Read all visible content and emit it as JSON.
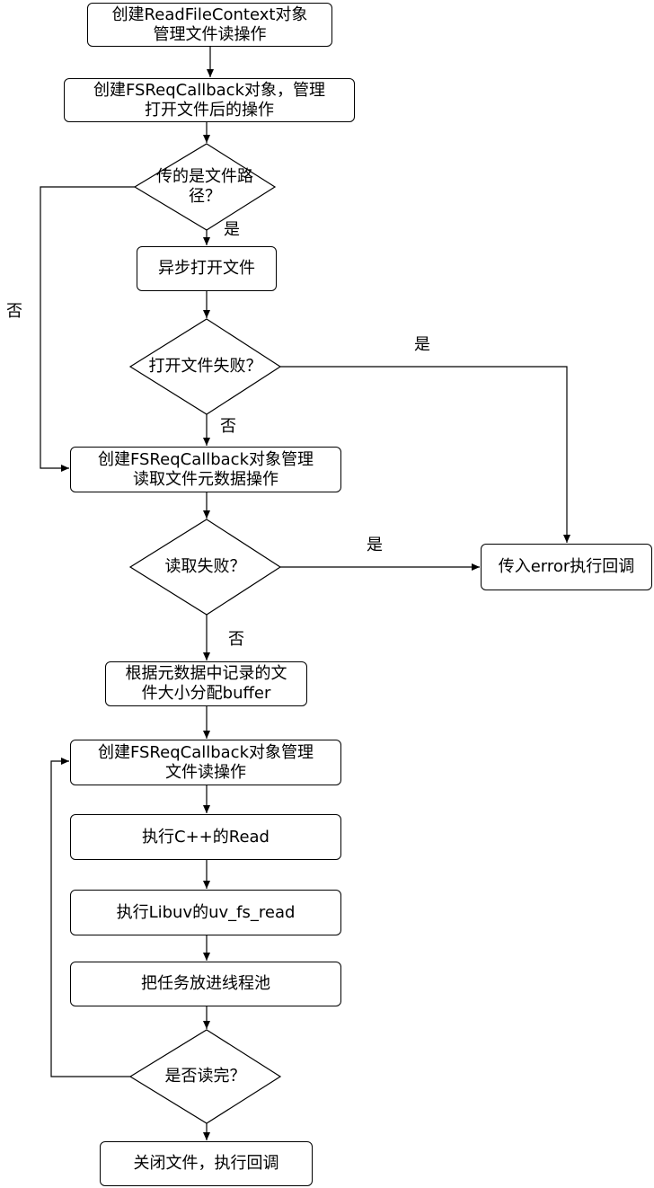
{
  "nodes": {
    "create_read_file_context": "创建ReadFileContext对象\n管理文件读操作",
    "create_open_callback": "创建FSReqCallback对象，管理\n打开文件后的操作",
    "is_file_path": "传的是文件路\n径？",
    "async_open": "异步打开文件",
    "open_failed": "打开文件失败？",
    "create_stat_callback": "创建FSReqCallback对象管理\n读取文件元数据操作",
    "read_failed": "读取失败？",
    "error_callback": "传入error执行回调",
    "alloc_buffer": "根据元数据中记录的文\n件大小分配buffer",
    "create_read_callback": "创建FSReqCallback对象管理\n文件读操作",
    "cpp_read": "执行C++的Read",
    "uv_fs_read": "执行Libuv的uv_fs_read",
    "thread_pool": "把任务放进线程池",
    "read_done": "是否读完？",
    "close_file": "关闭文件，执行回调"
  },
  "edge_labels": {
    "is_path_yes": "是",
    "is_path_no": "否",
    "open_failed_yes": "是",
    "open_failed_no": "否",
    "read_failed_yes": "是",
    "read_failed_no": "否"
  }
}
